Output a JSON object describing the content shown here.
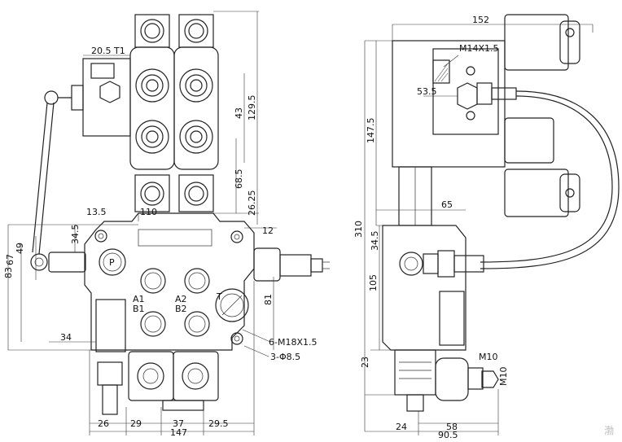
{
  "front_view": {
    "dims_top": [
      "20.5",
      "T1"
    ],
    "dims_right": [
      "129.5",
      "43",
      "68.5",
      "26.25",
      "12"
    ],
    "dims_left": [
      "13.5",
      "34.5",
      "83",
      "67",
      "49",
      "34"
    ],
    "dims_misc": [
      "110",
      "81"
    ],
    "dims_bottom": [
      "26",
      "29",
      "37",
      "147",
      "29.5"
    ],
    "port_labels": [
      "P",
      "A1",
      "B1",
      "A2",
      "B2",
      "T"
    ],
    "callouts": [
      "6-M18X1.5",
      "3-Φ8.5"
    ]
  },
  "side_view": {
    "dims_top": [
      "152",
      "M14X1.5",
      "53.5"
    ],
    "dims_left": [
      "147.5",
      "310",
      "34.5",
      "105",
      "23"
    ],
    "dims_misc": [
      "65"
    ],
    "dims_bottom": [
      "24",
      "58",
      "90.5"
    ],
    "thread_labels": [
      "M10",
      "M10"
    ]
  },
  "watermark": "渤"
}
